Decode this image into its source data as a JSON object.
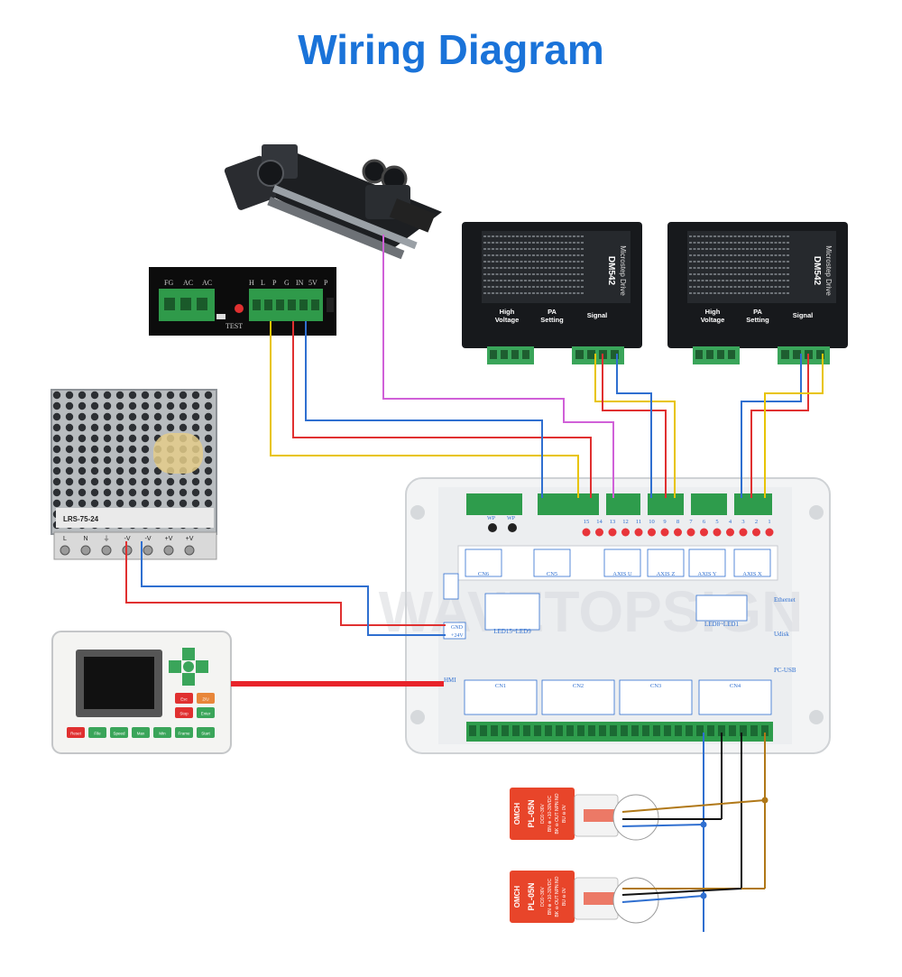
{
  "title": "Wiring Diagram",
  "colors": {
    "title": "#1a73d9",
    "wire_yellow": "#e8c400",
    "wire_red": "#e03030",
    "wire_blue": "#2f6fd0",
    "wire_magenta": "#d060d8",
    "wire_black": "#111111",
    "wire_brown": "#b07818",
    "wire_hmi": "#e8232a",
    "sensor_orange": "#e8452a",
    "terminal_green": "#3aa55a"
  },
  "power_strip": {
    "labels": [
      "FG",
      "AC",
      "AC",
      "H",
      "L",
      "P",
      "G",
      "IN",
      "5V",
      "P"
    ],
    "test_label": "TEST"
  },
  "psu": {
    "model": "LRS-75-24",
    "terminals": [
      "L",
      "N",
      "⏚",
      "-V",
      "-V",
      "+V",
      "+V"
    ]
  },
  "drivers": [
    {
      "brand": "Microstep Drive",
      "model": "DM542",
      "sections": [
        "High Voltage",
        "PA Setting",
        "Signal"
      ]
    },
    {
      "brand": "Microstep Drive",
      "model": "DM542",
      "sections": [
        "High Voltage",
        "PA Setting",
        "Signal"
      ]
    }
  ],
  "controller": {
    "watermark": "WAVETOPSIGN",
    "top_terminal_numbers": [
      "15",
      "14",
      "13",
      "12",
      "11",
      "10",
      "9",
      "8",
      "7",
      "6",
      "5",
      "4",
      "3",
      "2",
      "1"
    ],
    "top_led_labels": [
      "WP",
      "WP"
    ],
    "top_groups": [
      "CN6",
      "CN5",
      "AXIS U",
      "AXIS Z",
      "AXIS Y",
      "AXIS X"
    ],
    "side_labels": [
      "Ethernet",
      "Udisk",
      "PC-USB",
      "HMI"
    ],
    "power_labels": [
      "GND",
      "+24V"
    ],
    "mid_groups": [
      "LED15~LED9",
      "LED8~LED1"
    ],
    "bottom_groups": [
      "CN1",
      "CN2",
      "CN3",
      "CN4"
    ]
  },
  "hmi_panel": {
    "buttons": [
      "Reset",
      "File",
      "Speed",
      "Max",
      "Min",
      "Frame",
      "Start",
      "Stop",
      "Enter",
      "Esc",
      "Z/U"
    ]
  },
  "sensors": [
    {
      "brand": "OMCH",
      "model": "PL-05N",
      "specs": [
        "DC6~36V",
        "BN ⊕ +10-30VDC",
        "BK ⊖ OUT NPN NO",
        "BU ⊖ 0V"
      ]
    },
    {
      "brand": "OMCH",
      "model": "PL-05N",
      "specs": [
        "DC6~36V",
        "BN ⊕ +10-30VDC",
        "BK ⊖ OUT NPN NO",
        "BU ⊖ 0V"
      ]
    }
  ]
}
